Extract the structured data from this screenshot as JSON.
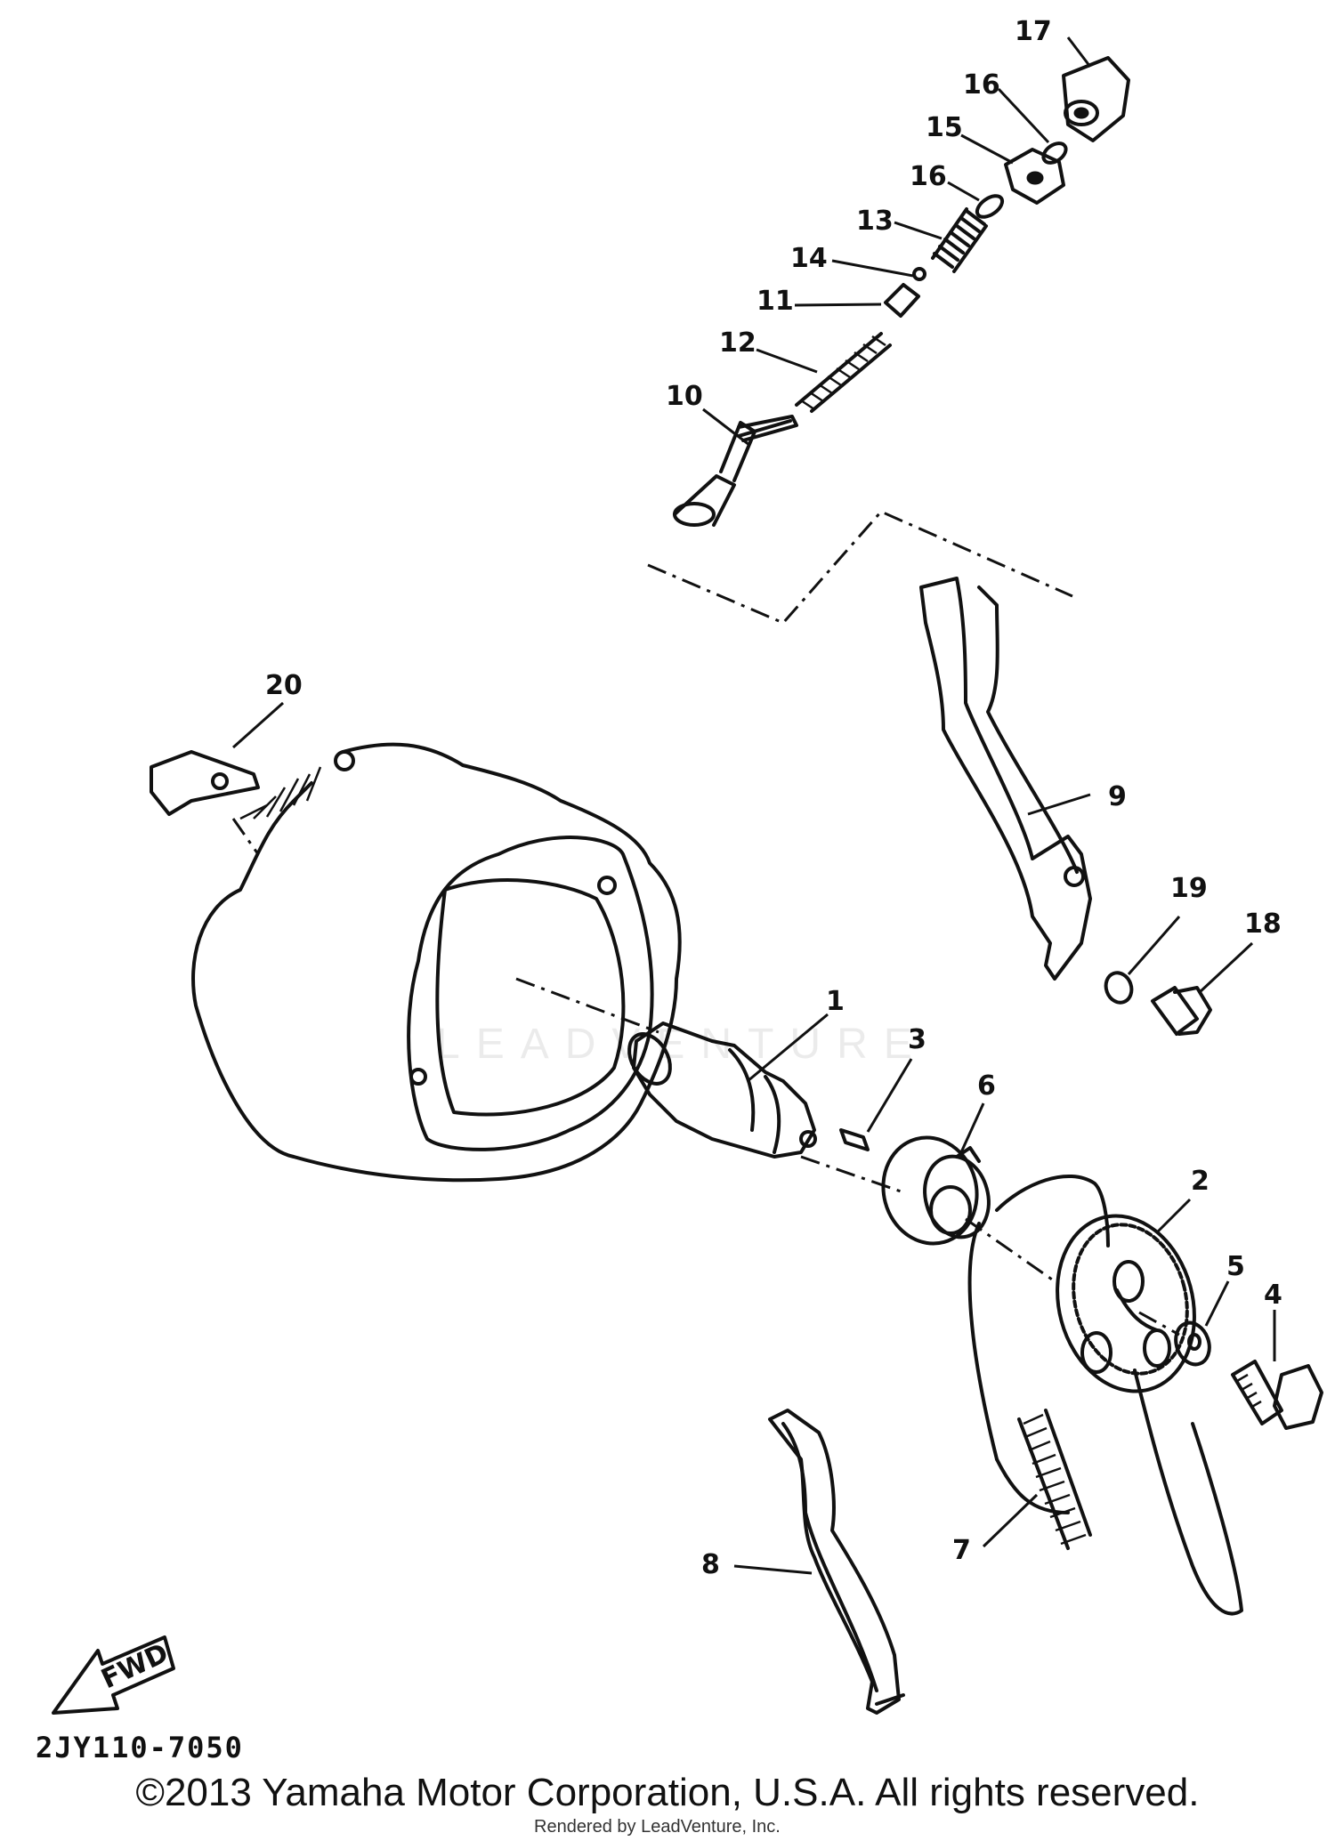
{
  "diagram": {
    "code": "2JY110-7050",
    "fwd_label": "FWD",
    "callouts": [
      "1",
      "2",
      "3",
      "4",
      "5",
      "6",
      "7",
      "8",
      "9",
      "10",
      "11",
      "12",
      "13",
      "14",
      "15",
      "16",
      "16",
      "17",
      "18",
      "19",
      "20"
    ]
  },
  "footer": {
    "copyright": "©2013 Yamaha Motor Corporation, U.S.A. All rights reserved.",
    "rendered_by": "Rendered by LeadVenture, Inc."
  },
  "watermark": "LEADVENTURE"
}
